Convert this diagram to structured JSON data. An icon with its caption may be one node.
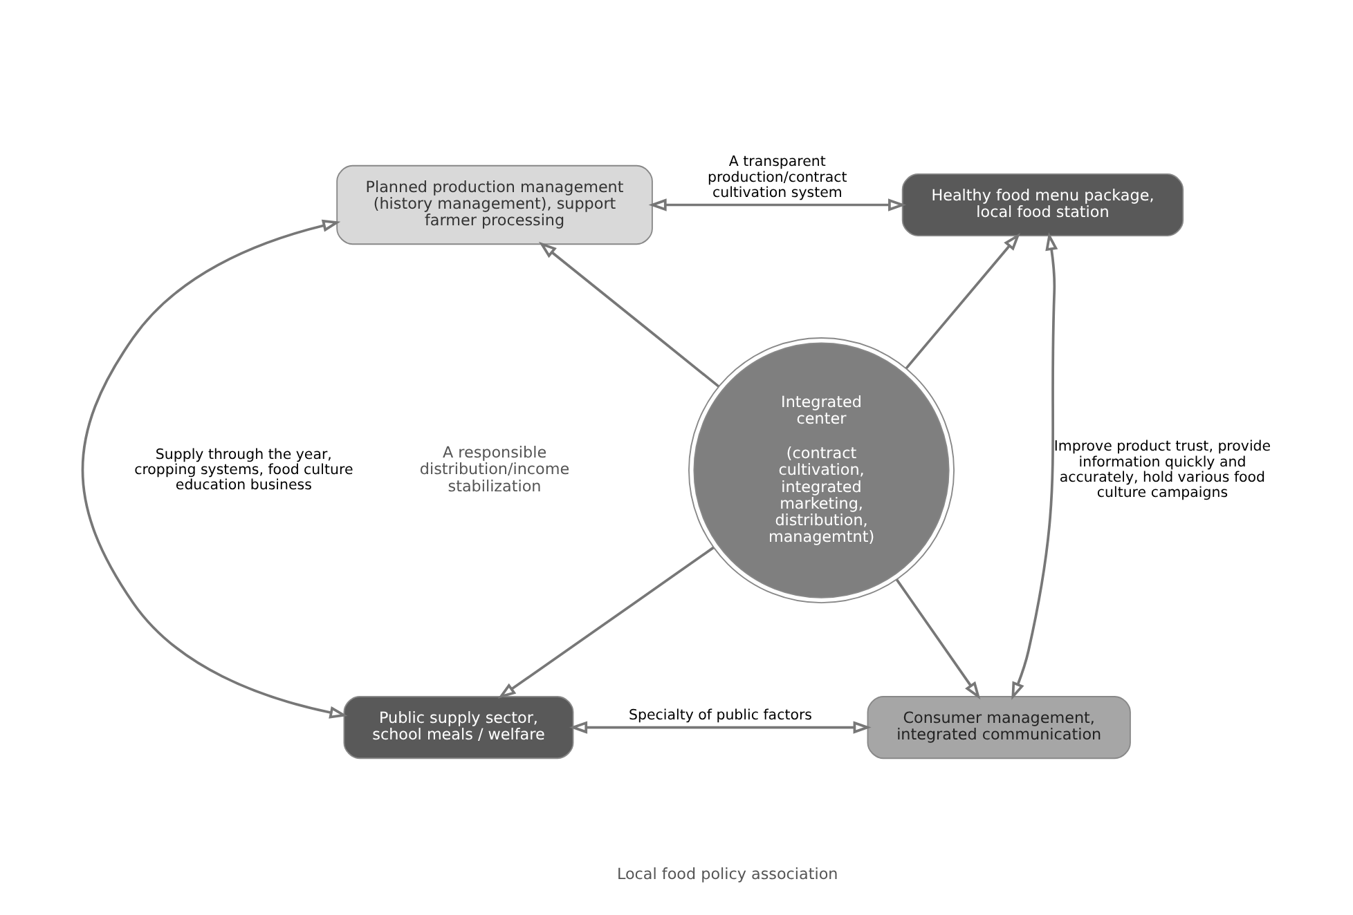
{
  "diagram": {
    "nodes": [
      {
        "text": [
          "Planned production management (history management), support farmer processing"
        ]
      },
      {
        "text": [
          "Healthy food menu package, local food station"
        ]
      },
      {
        "text": [
          "Integrated center",
          "(contract cultivation, integrated marketing, distribution, managemtnt)"
        ]
      },
      {
        "text": [
          "Public supply sector, school meals / welfare"
        ]
      },
      {
        "text": [
          "Consumer management, integrated communication"
        ]
      }
    ],
    "edges": [
      {
        "from": 0,
        "to": 1,
        "arrow": "both",
        "label": "A transparent production/contract cultivation system"
      },
      {
        "from": 0,
        "to": 3,
        "arrow": "both",
        "label": "Supply through the year, cropping systems, food culture education business"
      },
      {
        "from": 1,
        "to": 4,
        "arrow": "both",
        "label": "Improve product trust, provide information quickly and accurately, hold various food culture campaigns"
      },
      {
        "from": 3,
        "to": 4,
        "arrow": "both",
        "label": "Specialty of public factors"
      },
      {
        "from": 2,
        "to": 0,
        "arrow": "to"
      },
      {
        "from": 2,
        "to": 1,
        "arrow": "to"
      },
      {
        "from": 2,
        "to": 3,
        "arrow": "to"
      },
      {
        "from": 2,
        "to": 4,
        "arrow": "to"
      }
    ],
    "labels": [
      "A responsible distribution/income stabilization",
      "Local food policy association"
    ]
  }
}
